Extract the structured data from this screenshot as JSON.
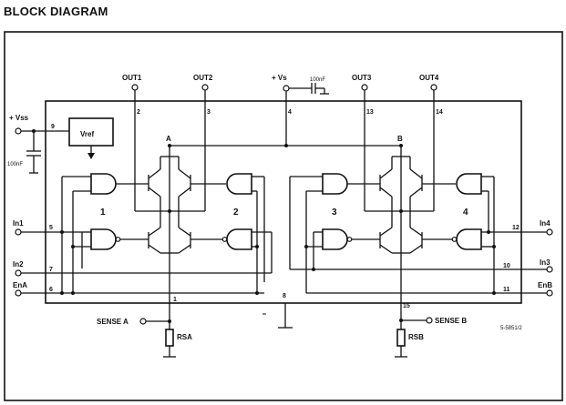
{
  "heading": "BLOCK DIAGRAM",
  "pins": {
    "out1": "OUT1",
    "out2": "OUT2",
    "out3": "OUT3",
    "out4": "OUT4",
    "vs": "+ Vs",
    "vss": "+ Vss",
    "vref": "Vref",
    "in1": "In1",
    "in2": "In2",
    "ena": "EnA",
    "in4": "In4",
    "in3": "In3",
    "enb": "EnB",
    "sense_a": "SENSE A",
    "sense_b": "SENSE B",
    "rsa": "RSA",
    "rsb": "RSB"
  },
  "pin_numbers": {
    "p1": "1",
    "p2": "2",
    "p3": "3",
    "p4": "4",
    "p5": "5",
    "p6": "6",
    "p7": "7",
    "p8": "8",
    "p9": "9",
    "p10": "10",
    "p11": "11",
    "p12": "12",
    "p13": "13",
    "p14": "14",
    "p15": "15"
  },
  "capacitors": {
    "c1": "100nF",
    "c2": "100nF"
  },
  "node_labels": {
    "a": "A",
    "b": "B"
  },
  "gate_groups": {
    "g1": "1",
    "g2": "2",
    "g3": "3",
    "g4": "4"
  },
  "drawing_code": "5-5851/2"
}
